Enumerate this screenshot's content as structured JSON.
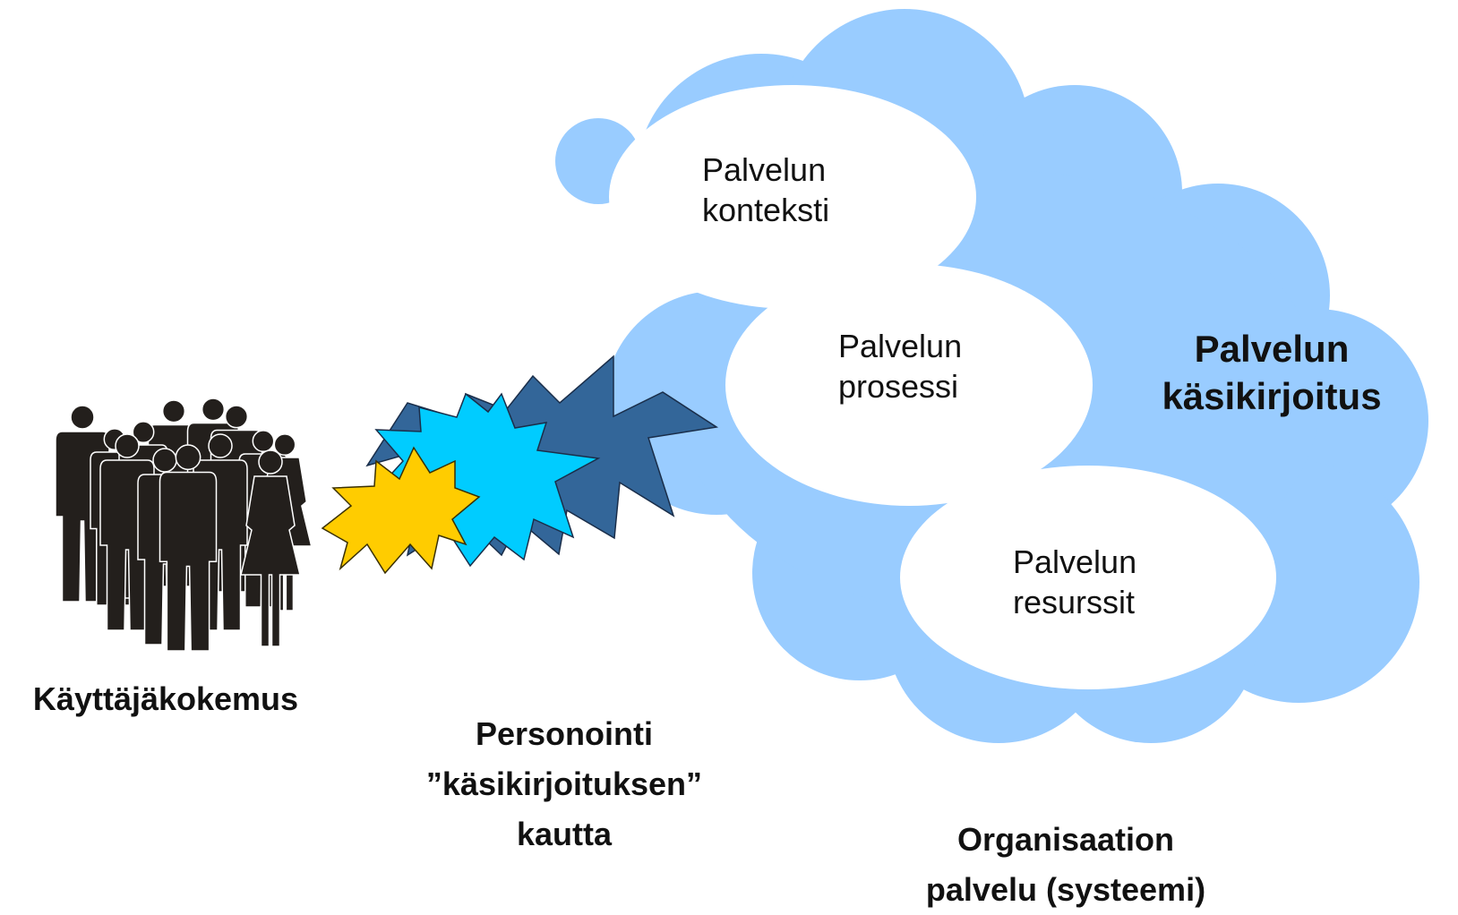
{
  "colors": {
    "cloud_blue": "#99ccff",
    "inner_white": "#ffffff",
    "people_dark": "#231f1c",
    "burst_yellow": "#ffcc00",
    "burst_cyan": "#00ccff",
    "burst_navy": "#336699"
  },
  "icons": {
    "people": "group-of-people-icon",
    "bursts": "explosion-burst-icon",
    "cloud": "cloud-shape"
  },
  "cloud": {
    "context": {
      "line1": "Palvelun",
      "line2": "konteksti"
    },
    "process": {
      "line1": "Palvelun",
      "line2": "prosessi"
    },
    "resources": {
      "line1": "Palvelun",
      "line2": "resurssit"
    },
    "script": {
      "line1": "Palvelun",
      "line2": "käsikirjoitus"
    }
  },
  "labels": {
    "user_experience": "Käyttäjäkokemus",
    "personalization": {
      "line1": "Personointi",
      "line2": "”käsikirjoituksen”",
      "line3": "kautta"
    },
    "organization": {
      "line1": "Organisaation",
      "line2": "palvelu (systeemi)"
    }
  }
}
